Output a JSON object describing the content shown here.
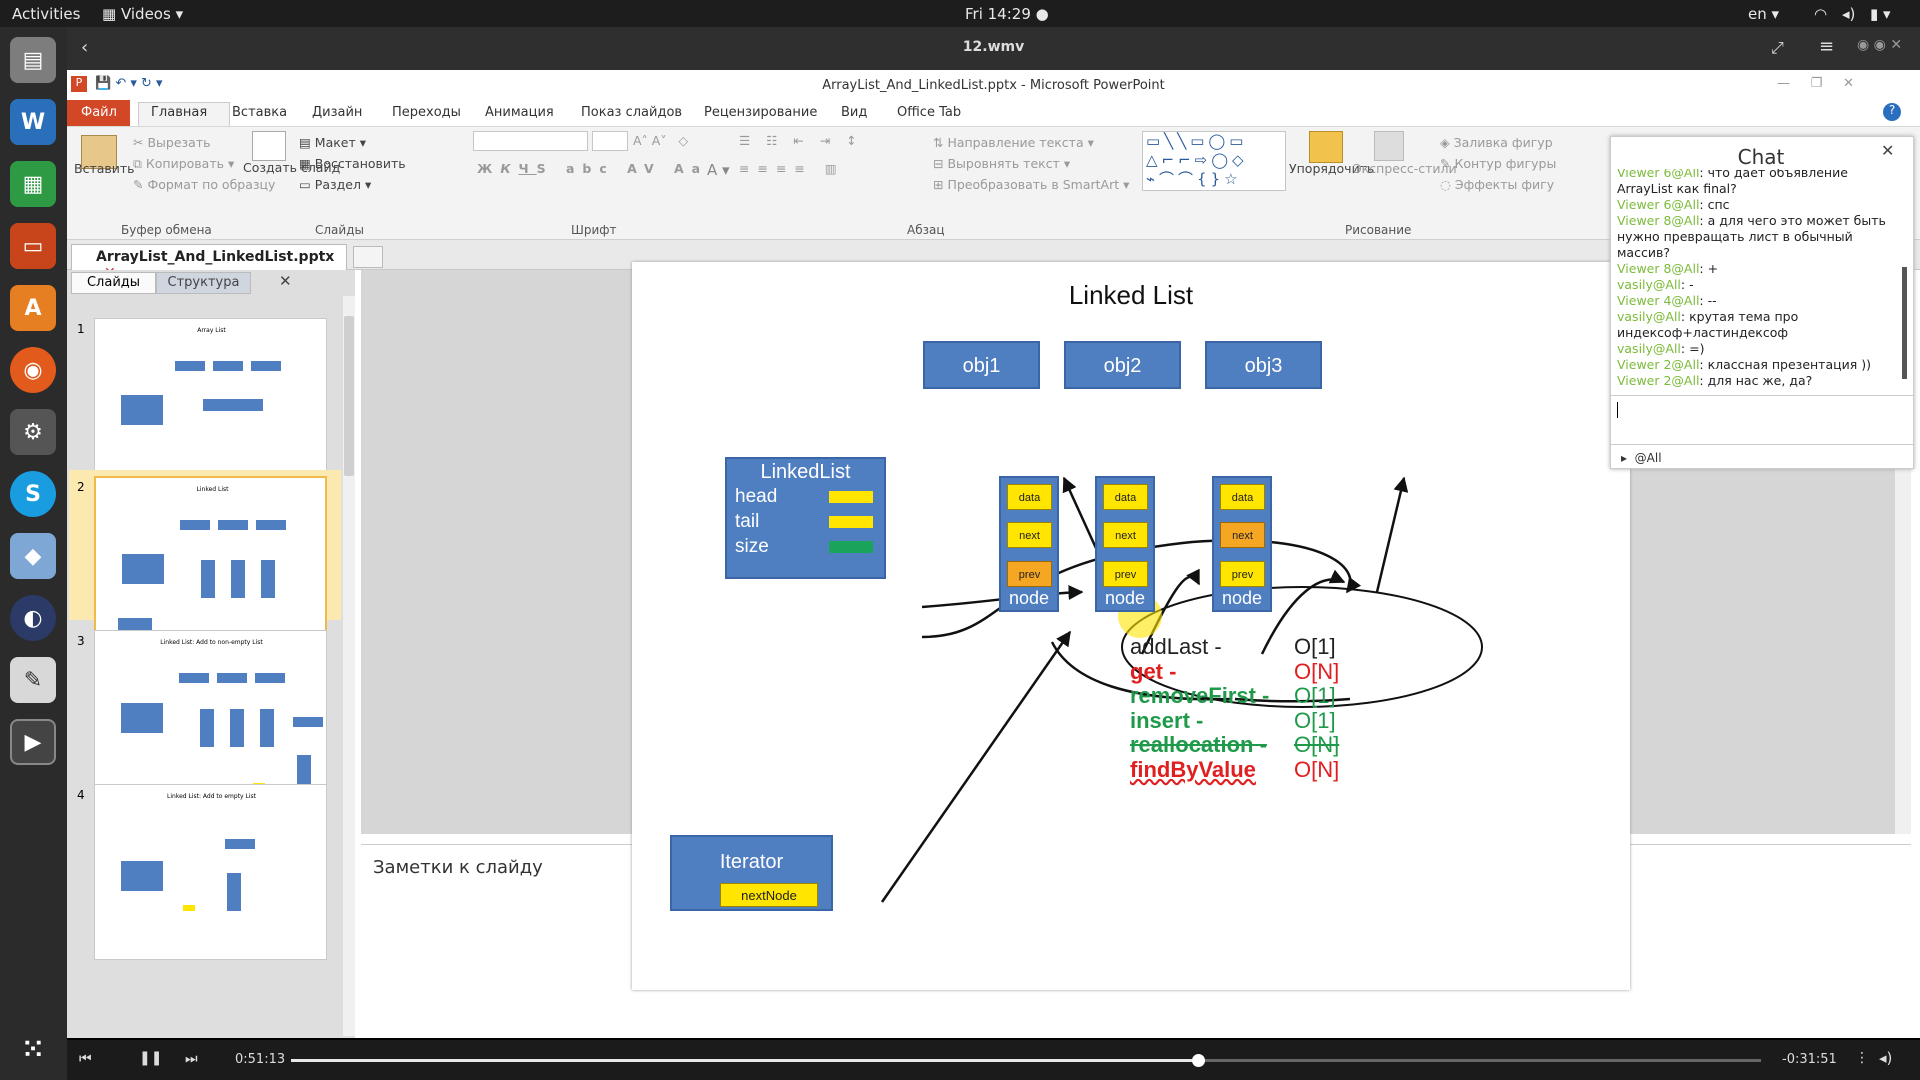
{
  "topbar": {
    "activities": "Activities",
    "app": "Videos",
    "clock": "Fri 14:29",
    "lang": "en"
  },
  "player": {
    "filename": "12.wmv",
    "elapsed": "0:51:13",
    "remaining": "-0:31:51",
    "progress": 0.617
  },
  "ppt": {
    "title": "ArrayList_And_LinkedList.pptx - Microsoft PowerPoint",
    "tabs": [
      "Файл",
      "Главная",
      "Вставка",
      "Дизайн",
      "Переходы",
      "Анимация",
      "Показ слайдов",
      "Рецензирование",
      "Вид",
      "Office Tab"
    ],
    "ribbon": {
      "paste": "Вставить",
      "cut": "Вырезать",
      "copy": "Копировать",
      "format_painter": "Формат по образцу",
      "clipboard": "Буфер обмена",
      "new_slide": "Создать слайд",
      "layout": "Макет",
      "reset": "Восстановить",
      "section": "Раздел",
      "slides": "Слайды",
      "font": "Шрифт",
      "paragraph": "Абзац",
      "text_direction": "Направление текста",
      "align_text": "Выровнять текст",
      "smartart": "Преобразовать в SmartArt",
      "arrange": "Упорядочить",
      "quick_styles": "Экспресс-стили",
      "shape_fill": "Заливка фигур",
      "shape_outline": "Контур фигуры",
      "shape_effects": "Эффекты фигу",
      "drawing": "Рисование"
    },
    "doc_tab": "ArrayList_And_LinkedList.pptx",
    "pane_tabs": [
      "Слайды",
      "Структура"
    ],
    "thumbs": [
      {
        "num": "1",
        "title": "Array List"
      },
      {
        "num": "2",
        "title": "Linked List"
      },
      {
        "num": "3",
        "title": "Linked List: Add to non-empty List"
      },
      {
        "num": "4",
        "title": "Linked List: Add to empty List"
      }
    ],
    "notes_placeholder": "Заметки к слайду"
  },
  "slide": {
    "title": "Linked List",
    "objs": [
      "obj1",
      "obj2",
      "obj3"
    ],
    "linkedlist": {
      "title": "LinkedList",
      "fields": [
        "head",
        "tail",
        "size"
      ]
    },
    "node": {
      "data": "data",
      "next": "next",
      "prev": "prev",
      "label": "node"
    },
    "iterator": {
      "title": "Iterator",
      "field": "nextNode"
    },
    "complexity": [
      {
        "op": "addLast -",
        "cost": "O[1]",
        "color": "#222222"
      },
      {
        "op": "get   -",
        "cost": "O[N]",
        "color": "#e02020"
      },
      {
        "op": "removeFirst -",
        "cost": "O[1]",
        "color": "#1f9a4a"
      },
      {
        "op": "insert -",
        "cost": "O[1]",
        "color": "#1f9a4a"
      },
      {
        "op": "reallocation -",
        "cost": "O[N]",
        "color": "#1f9a4a"
      },
      {
        "op": "findByValue",
        "cost": "O[N]",
        "color": "#e02020"
      }
    ]
  },
  "chat": {
    "title": "Chat",
    "messages": [
      {
        "name": "Viewer 6@All",
        "text": ": что дает объявление"
      },
      {
        "name": "",
        "text": "ArrayList как final?"
      },
      {
        "name": "Viewer 6@All",
        "text": ": спс"
      },
      {
        "name": "Viewer 8@All",
        "text": ": а для чего это может быть нужно превращать лист в обычный массив?"
      },
      {
        "name": "Viewer 8@All",
        "text": ": +"
      },
      {
        "name": "vasily@All",
        "text": ": -"
      },
      {
        "name": "Viewer 4@All",
        "text": ": --"
      },
      {
        "name": "vasily@All",
        "text": ": крутая тема про индексоф+ластиндексоф"
      },
      {
        "name": "vasily@All",
        "text": ": =)"
      },
      {
        "name": "Viewer 2@All",
        "text": ": классная презентация ))"
      },
      {
        "name": "Viewer 2@All",
        "text": ": для нас же, да?"
      }
    ],
    "recipient": "@All"
  }
}
